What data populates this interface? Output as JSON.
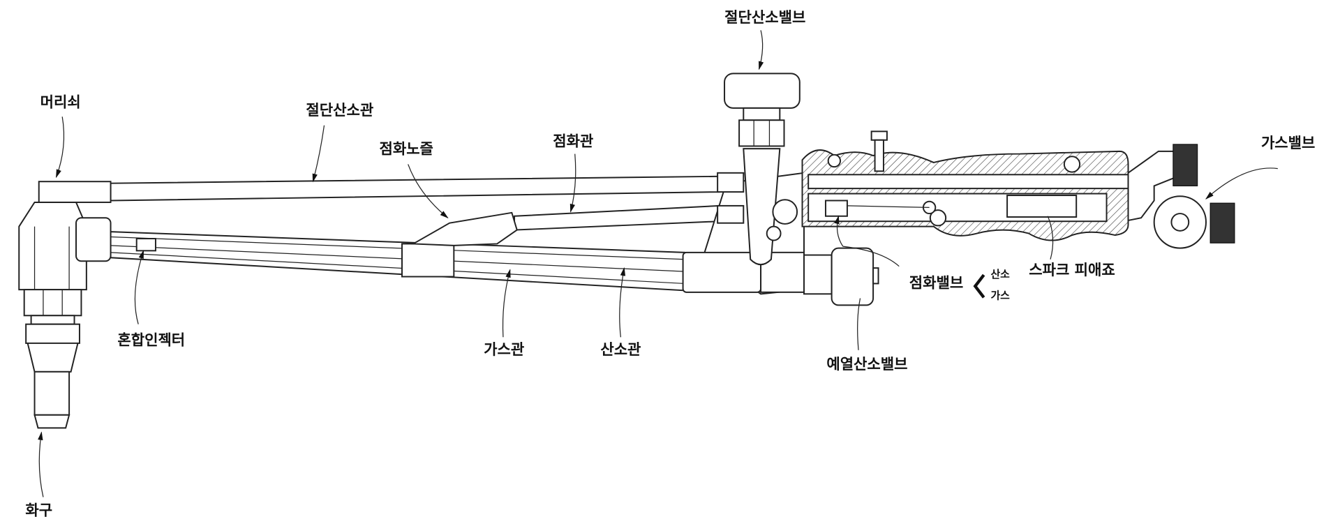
{
  "labels": {
    "cutting_oxygen_valve": "절단산소밸브",
    "head": "머리쇠",
    "cutting_oxygen_tube": "절단산소관",
    "ignition_nozzle": "점화노즐",
    "ignition_tube": "점화관",
    "gas_valve": "가스밸브",
    "ignition_valve": "점화밸브",
    "ignition_valve_oxygen": "산소",
    "ignition_valve_gas": "가스",
    "spark_piezo": "스파크 피애죠",
    "mixing_injector": "혼합인젝터",
    "gas_tube": "가스관",
    "oxygen_tube": "산소관",
    "preheat_oxygen_valve": "예열산소밸브",
    "tip": "화구"
  }
}
